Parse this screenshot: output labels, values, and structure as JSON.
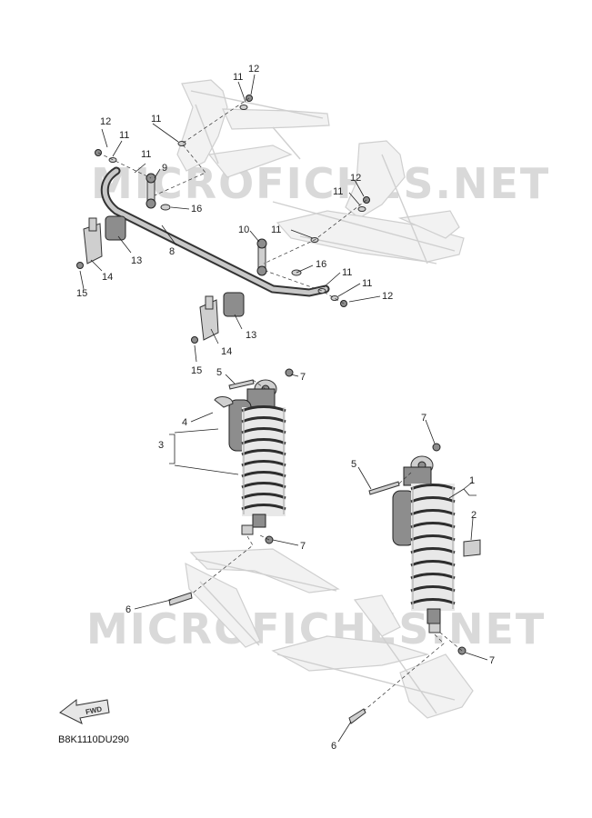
{
  "diagram": {
    "watermark_text": "MICROFICHES.NET",
    "diagram_code": "B8K1110DU290",
    "fwd_label": "FWD",
    "callouts": [
      "1",
      "2",
      "3",
      "4",
      "5",
      "6",
      "7",
      "8",
      "9",
      "10",
      "11",
      "12",
      "13",
      "14",
      "15",
      "16"
    ]
  }
}
